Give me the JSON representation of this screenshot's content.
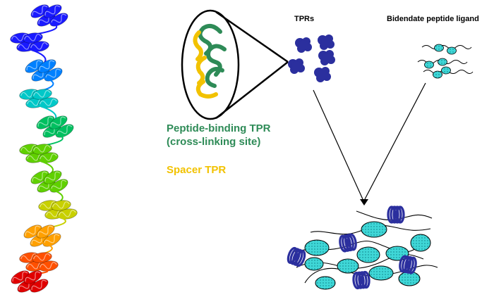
{
  "labels": {
    "tprs": "TPRs",
    "ligand": "Bidendate peptide ligand",
    "peptide_binding_line1": "Peptide-binding TPR",
    "peptide_binding_line2": "(cross-linking site)",
    "spacer": "Spacer TPR"
  },
  "colors": {
    "peptide_binding": "#2e8b57",
    "spacer": "#f2c200",
    "tpr_blue": "#2b2f9e",
    "peptide_cyan": "#3fd7d7",
    "rainbow": [
      "#1a1aff",
      "#0080ff",
      "#00c8c8",
      "#00c060",
      "#60d000",
      "#c8d000",
      "#ffa000",
      "#ff5000",
      "#e00000"
    ]
  }
}
